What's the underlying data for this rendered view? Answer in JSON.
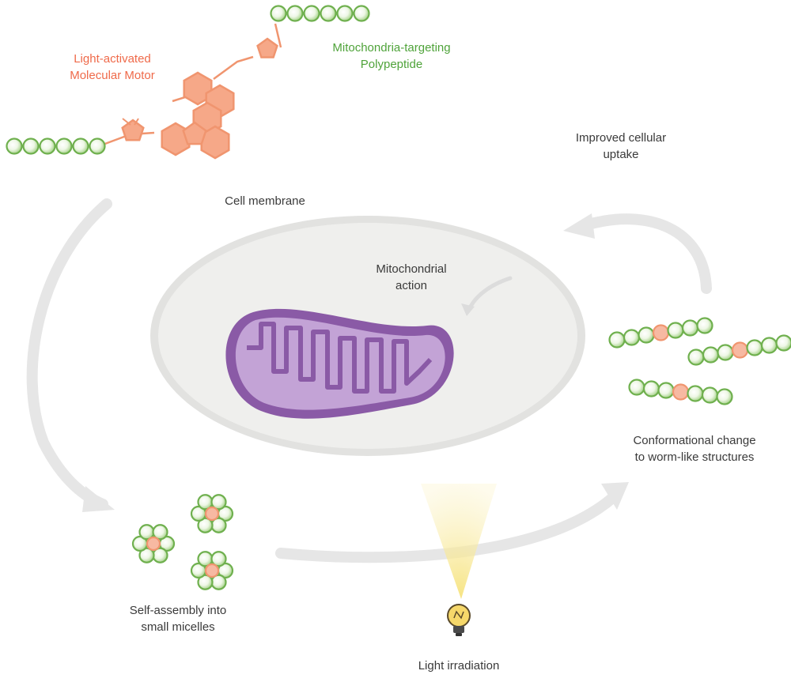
{
  "colors": {
    "motor": "#f0956f",
    "motor_text": "#ef6a4a",
    "peptide": "#6fb04e",
    "peptide_text": "#4fa33a",
    "mitochondrion": "#8a5aa6",
    "mitochondrion_fill": "#c3a3d6",
    "cell": "#efefed",
    "arrow": "#e6e6e6",
    "light_beam": "#f7eaa0",
    "text": "#3a3a3a"
  },
  "labels": {
    "motor": [
      "Light-activated",
      "Molecular Motor"
    ],
    "peptide": [
      "Mitochondria-targeting",
      "Polypeptide"
    ],
    "uptake": [
      "Improved cellular",
      "uptake"
    ],
    "membrane": "Cell membrane",
    "mito_action": [
      "Mitochondrial",
      "action"
    ],
    "conformational": [
      "Conformational change",
      "to worm-like structures"
    ],
    "assembly": [
      "Self-assembly into",
      "small micelles"
    ],
    "light": "Light irradiation"
  },
  "icons": {
    "bulb": "light-bulb-icon",
    "peptide_bead": "peptide-bead",
    "motor_core": "molecular-motor-ring"
  }
}
